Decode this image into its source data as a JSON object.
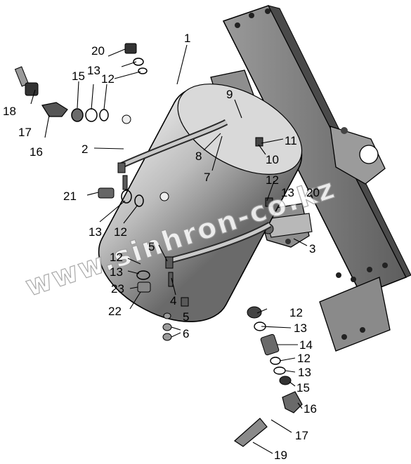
{
  "watermark": "www.sinhron-co.kz",
  "callouts": {
    "c1": "1",
    "c2": "2",
    "c3": "3",
    "c4": "4",
    "c5a": "5",
    "c5b": "5",
    "c6": "6",
    "c7": "7",
    "c8": "8",
    "c9": "9",
    "c10": "10",
    "c11": "11",
    "c12a": "12",
    "c12b": "12",
    "c12c": "12",
    "c12d": "12",
    "c12e": "12",
    "c12f": "12",
    "c13a": "13",
    "c13b": "13",
    "c13c": "13",
    "c13d": "13",
    "c13e": "13",
    "c13f": "13",
    "c14": "14",
    "c15a": "15",
    "c15b": "15",
    "c16a": "16",
    "c16b": "16",
    "c17a": "17",
    "c17b": "17",
    "c18": "18",
    "c19": "19",
    "c20a": "20",
    "c20b": "20",
    "c21": "21",
    "c22": "22",
    "c23": "23"
  },
  "colors": {
    "ink": "#000000",
    "metal_light": "#cfcfcf",
    "metal_mid": "#9c9c9c",
    "metal_dark": "#4a4a4a",
    "frame": "#7a7a7a"
  }
}
